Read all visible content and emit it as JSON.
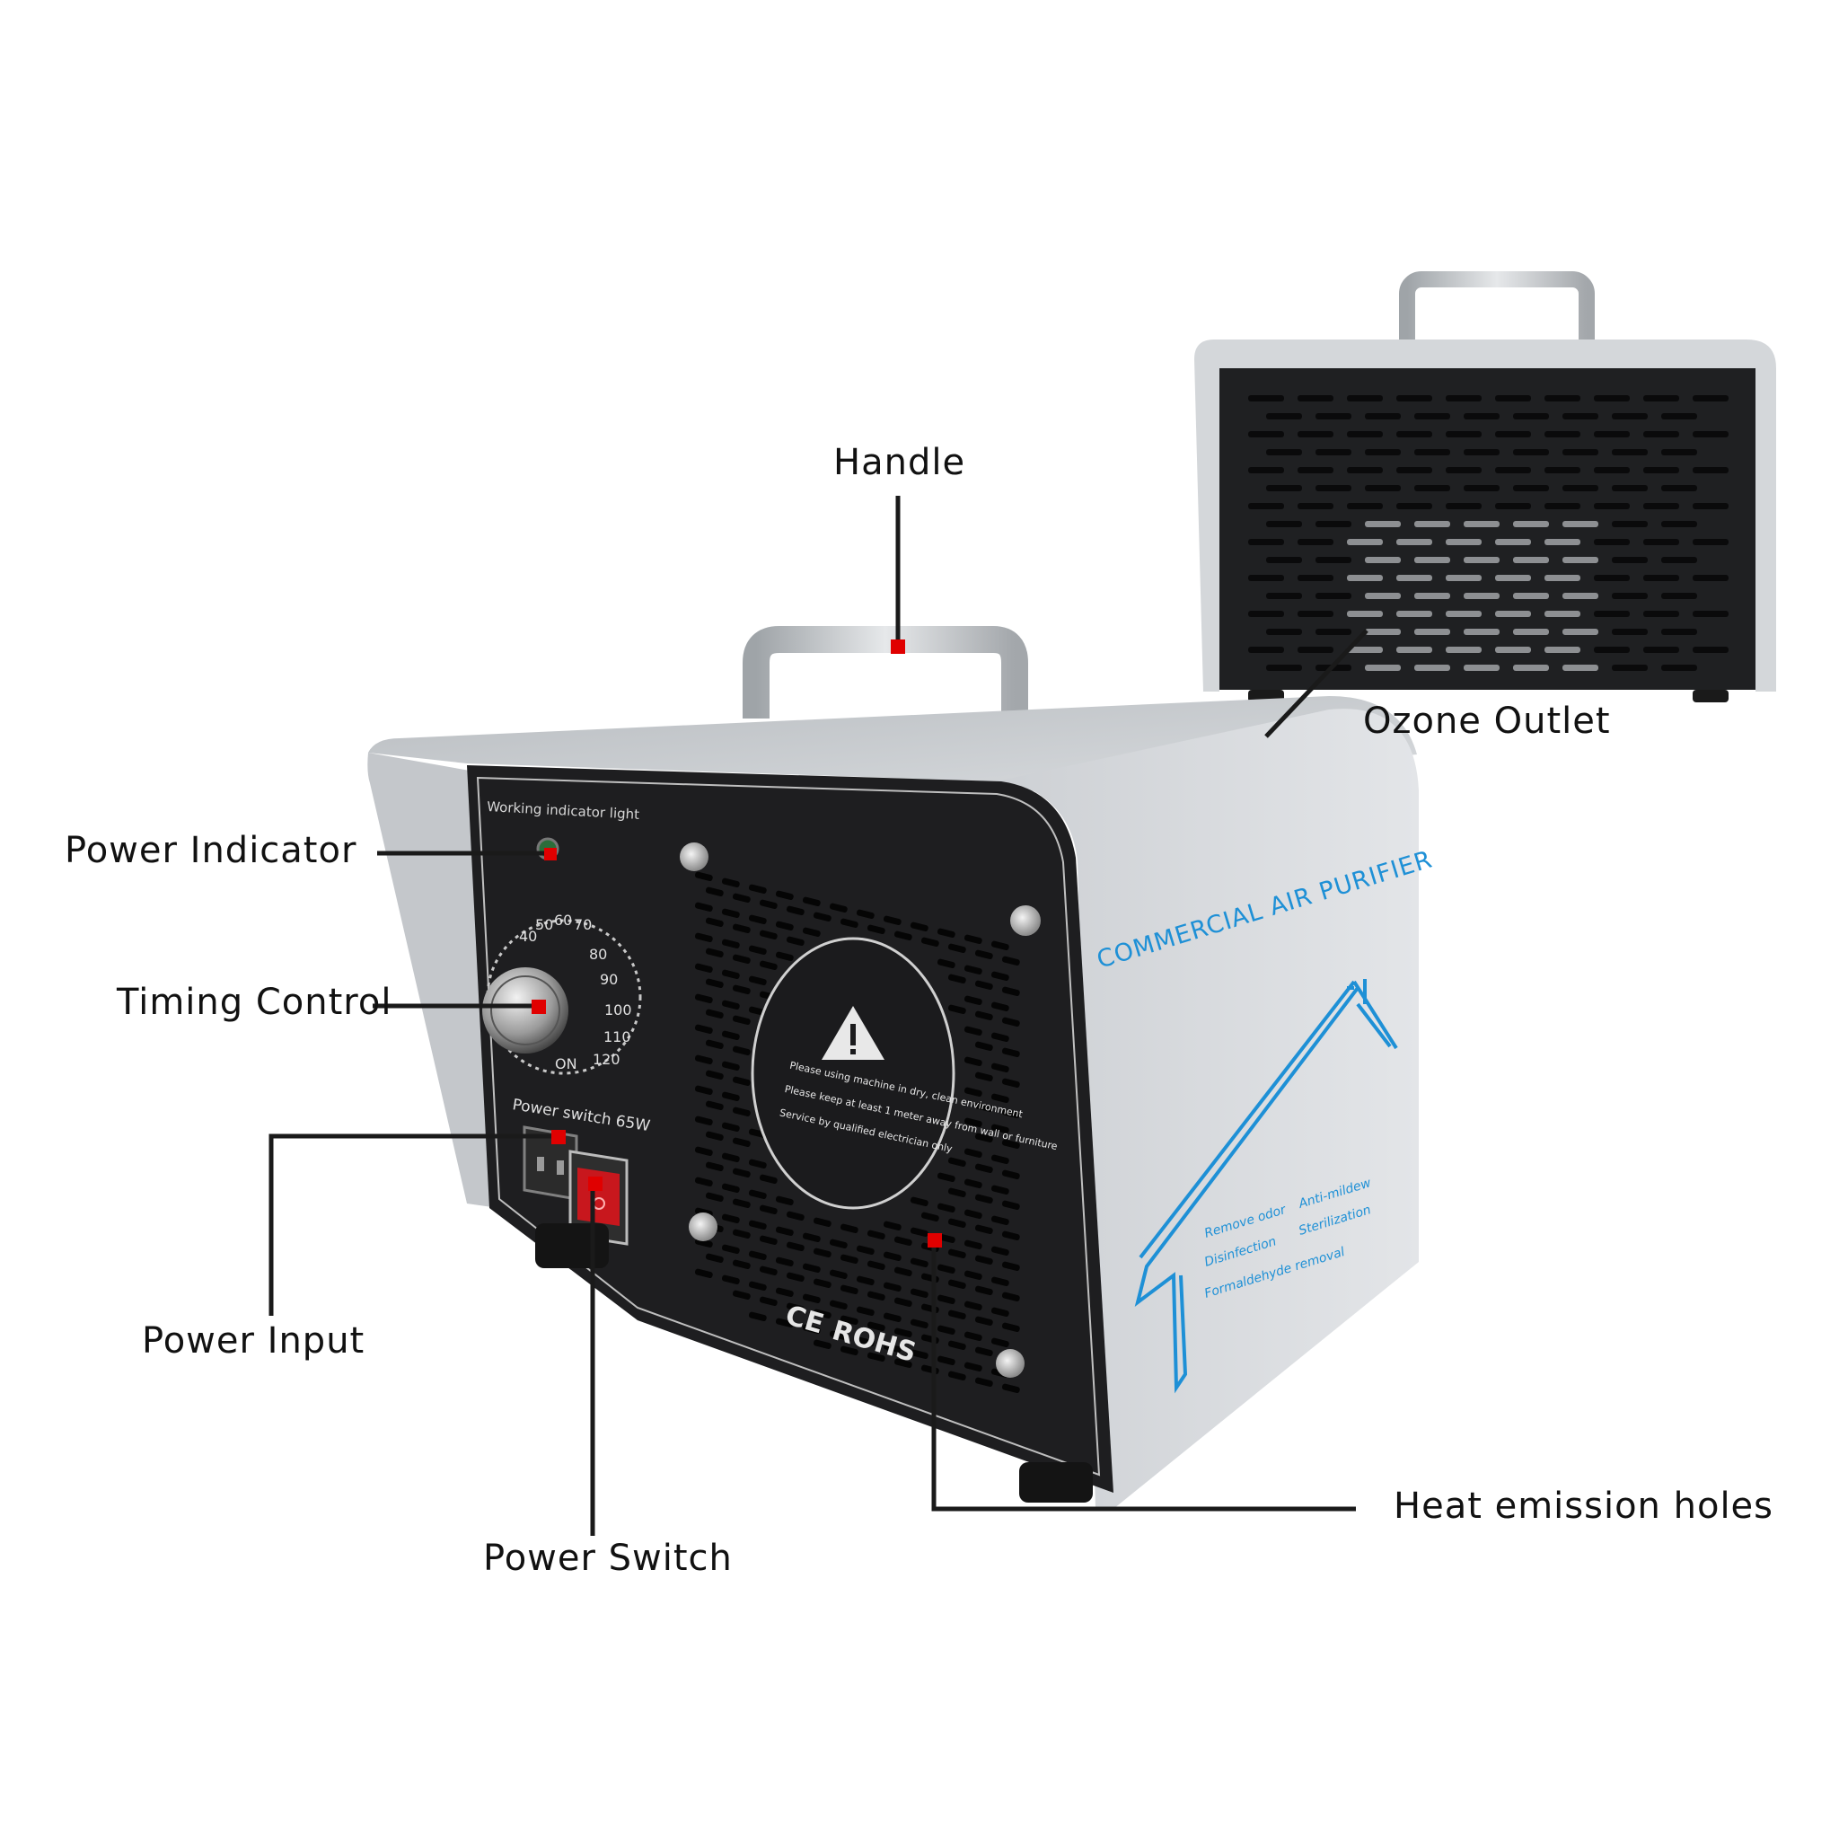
{
  "callouts": {
    "handle": "Handle",
    "ozone_outlet": "Ozone Outlet",
    "power_indicator": "Power Indicator",
    "timing_control": "Timing Control",
    "power_input": "Power Input",
    "power_switch": "Power Switch",
    "heat_emission_holes": "Heat emission holes"
  },
  "device": {
    "brand_line": "COMMERCIAL AIR PURIFIER",
    "indicator_label": "Working indicator light",
    "switch_label": "Power switch  65W",
    "dial_ticks": [
      "40",
      "50",
      "60",
      "70",
      "80",
      "90",
      "100",
      "110",
      "120"
    ],
    "dial_on": "ON",
    "ce_mark": "CE",
    "rohs_mark": "ROHS",
    "warning_notes": [
      "Please using machine in dry, clean environment",
      "Please keep at least 1 meter away from wall or furniture",
      "Service by qualified electrician only"
    ],
    "features": [
      "Remove odor",
      "Anti-mildew",
      "Disinfection",
      "Sterilization",
      "Formaldehyde removal"
    ]
  },
  "colors": {
    "accent_blue": "#1e90d6",
    "marker_red": "#e00000",
    "panel_black": "#1e1e20",
    "body_silver": "#c9ccd0"
  }
}
